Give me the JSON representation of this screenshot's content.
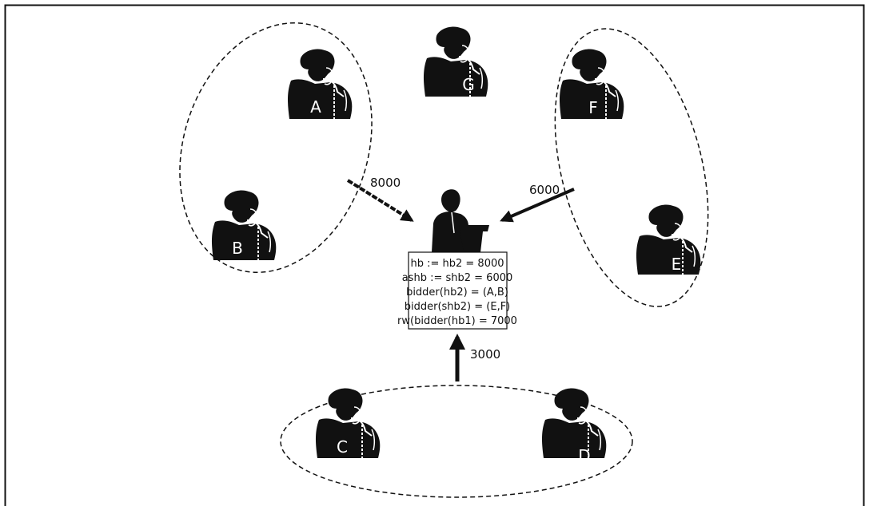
{
  "colors": {
    "ink": "#111111",
    "paper": "#ffffff"
  },
  "bidders": [
    {
      "id": "A",
      "label": "A"
    },
    {
      "id": "B",
      "label": "B"
    },
    {
      "id": "C",
      "label": "C"
    },
    {
      "id": "D",
      "label": "D"
    },
    {
      "id": "E",
      "label": "E"
    },
    {
      "id": "F",
      "label": "F"
    },
    {
      "id": "G",
      "label": "G"
    }
  ],
  "coalitions": [
    {
      "members": [
        "A",
        "B"
      ],
      "bid": "8000"
    },
    {
      "members": [
        "E",
        "F"
      ],
      "bid": "6000"
    },
    {
      "members": [
        "C",
        "D"
      ],
      "bid": "3000"
    }
  ],
  "auctioneer_state": [
    "hb := hb2 = 8000",
    "ashb := shb2 = 6000",
    "bidder(hb2) = (A,B)",
    "bidder(shb2) = (E,F)",
    "rw(bidder(hb1) = 7000"
  ],
  "icons": {
    "bidder": "person-on-phone-icon",
    "auctioneer": "auctioneer-at-podium-icon"
  }
}
